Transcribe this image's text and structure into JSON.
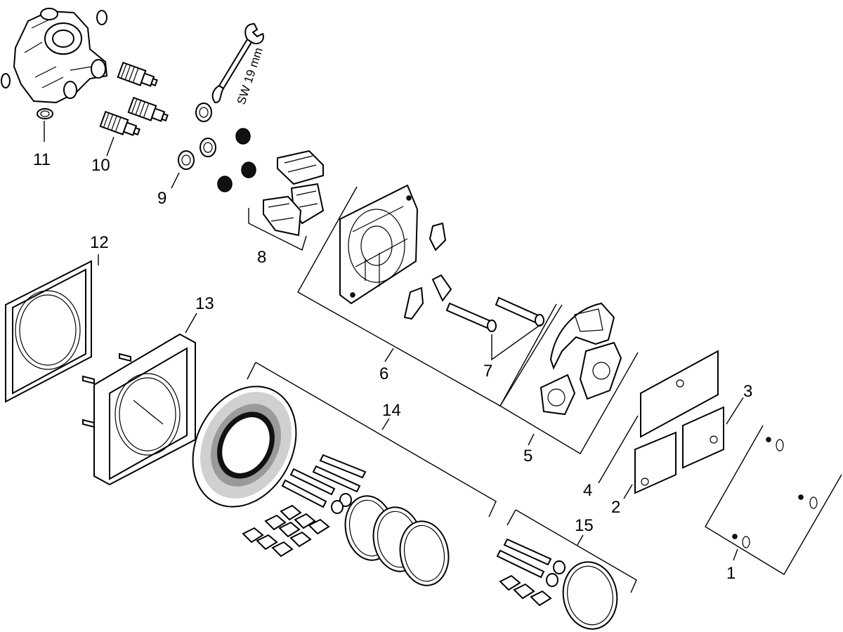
{
  "labels": {
    "p1": "1",
    "p2": "2",
    "p3": "3",
    "p4": "4",
    "p5": "5",
    "p6": "6",
    "p7": "7",
    "p8": "8",
    "p9": "9",
    "p10": "10",
    "p11": "11",
    "p12": "12",
    "p13": "13",
    "p14": "14",
    "p15": "15"
  },
  "wrench_text": "SW 19 mm"
}
